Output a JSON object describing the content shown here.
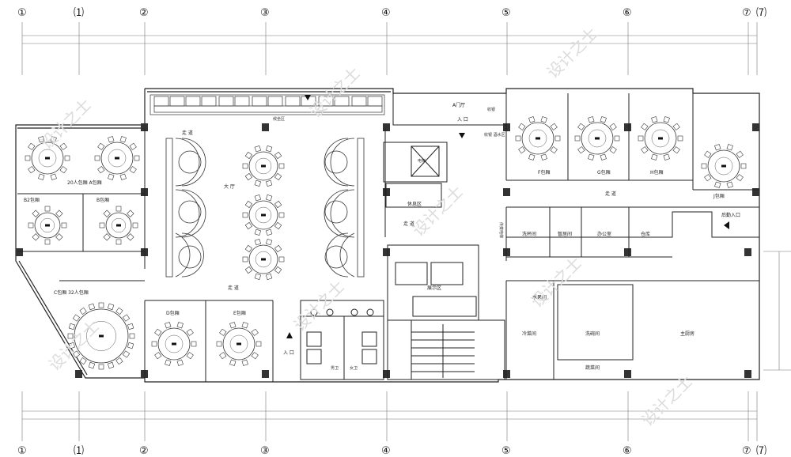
{
  "axes": {
    "top": [
      "①",
      "⑴",
      "②",
      "③",
      "④",
      "⑤",
      "⑥",
      "⑦",
      "⑺"
    ],
    "bottom": [
      "①",
      "⑴",
      "②",
      "③",
      "④",
      "⑤",
      "⑥",
      "⑦",
      "⑺"
    ]
  },
  "rooms": {
    "a_door_hall": "A门厅",
    "entrance_top": "入 口",
    "cashier": "收银",
    "drink_area": "收银 酒水区",
    "hall": "大 厅",
    "corridor1": "走 道",
    "corridor2": "走 道",
    "corridor3": "走 道",
    "corridor4": "走 道",
    "rest_area": "休息区",
    "waiting_area": "候坐区",
    "private_a": "20人包厢 A包厢",
    "private_b": "B包厢",
    "private_b2": "B2包厢",
    "private_c": "C包厢 32人包厢",
    "private_d": "D包厢",
    "private_e": "E包厢",
    "private_f": "F包厢",
    "private_g": "G包厢",
    "private_h": "H包厢",
    "private_j": "J包厢",
    "cup_wash": "洗杯间",
    "prep_room": "暂居间",
    "office": "办公室",
    "storage": "仓库",
    "kitchen_entrance": "后勤入口",
    "dish_room": "洗碗间",
    "cold_dish": "冷菜间",
    "fruit_room": "水果间",
    "main_kitchen": "主厨房",
    "vegetable_room": "蔬菜间",
    "display_area": "展示区",
    "entrance_bottom": "入 口",
    "toilet_m": "男卫",
    "toilet_f": "女卫",
    "lift": "电梯",
    "service": "传菜电梯"
  },
  "watermark": "设计之士"
}
